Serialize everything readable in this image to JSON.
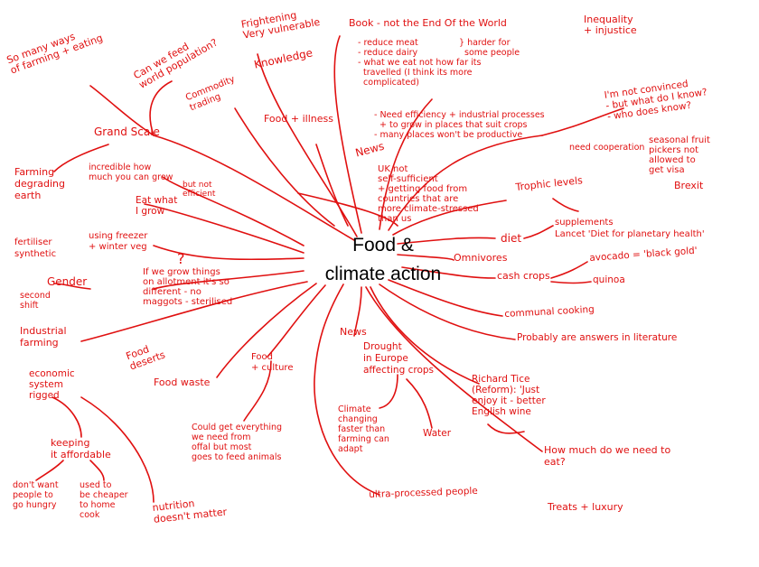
{
  "colors": {
    "ink": "#e01010",
    "center_text": "#000000",
    "background": "#ffffff"
  },
  "center": {
    "line1": "Food &",
    "line2": "climate action"
  },
  "notes": {
    "so_many_ways": "So many ways\nof farming + eating",
    "can_we_feed": "Can we feed\nworld population?",
    "frightening": "Frightening\nVery vulnerable",
    "book": "Book - not the End Of the World",
    "reduce_meat": "- reduce meat\n- reduce dairy\n- what we eat not how far its\n  travelled (I think its more\n  complicated)",
    "harder": "} harder for\n  some people",
    "inequality": "Inequality\n+ injustice",
    "knowledge": "Knowledge",
    "commodity": "Commodity\ntrading",
    "grand_scale": "Grand Scale",
    "food_illness": "Food + illness",
    "need_efficiency": "- Need efficiency + industrial processes\n  + to grow in places that suit crops\n- many places won't be productive",
    "not_convinced": "I'm not convinced\n- but what do I know?\n- who does know?",
    "seasonal_fruit": "seasonal fruit\npickers not\nallowed to\nget visa",
    "need_cooperation": "need cooperation",
    "brexit": "Brexit",
    "news_top": "News",
    "uk_not": "UK not\nself-sufficient\n+ getting food from\ncountries that are\nmore climate-stressed\nthan us",
    "farming_degrading": "Farming\ndegrading\nearth",
    "incredible": "incredible how\nmuch you can grow",
    "but_not_efficient": "but not\nefficient",
    "eat_what": "Eat what\nI grow",
    "using_freezer": "using freezer\n+ winter veg",
    "fertiliser": "fertiliser\nsynthetic",
    "trophic": "Trophic levels",
    "diet": "diet",
    "supplements": "supplements\nLancet 'Diet for planetary health'",
    "omnivores": "Omnivores",
    "if_we_grow": "If we grow things\non allotment it's so\ndifferent - no\nmaggots - sterilised",
    "question_mark": "?",
    "gender": "Gender",
    "second_shift": "second\nshift",
    "cash_crops": "cash crops",
    "avocado": "avocado = 'black gold'",
    "quinoa": "quinoa",
    "communal": "communal cooking",
    "answers": "Probably are answers in literature",
    "industrial": "Industrial\nfarming",
    "food_deserts": "Food\ndeserts",
    "economic": "economic\nsystem\nrigged",
    "food_waste": "Food waste",
    "food_culture": "Food\n+ culture",
    "news_bottom": "News",
    "drought": "Drought\nin Europe\naffecting crops",
    "richard": "Richard Tice\n(Reform): 'Just\nenjoy it - better\nEnglish wine",
    "climate_changing": "Climate\nchanging\nfaster than\nfarming can\nadapt",
    "water": "Water",
    "could_get": "Could get everything\nwe need from\noffal but most\ngoes to feed animals",
    "keeping": "keeping\nit affordable",
    "dont_want": "don't want\npeople to\ngo hungry",
    "used_to": "used to\nbe cheaper\nto home\ncook",
    "nutrition": "nutrition\ndoesn't matter",
    "how_much": "How much do we need to\neat?",
    "ultra": "ultra-processed people",
    "treats": "Treats + luxury"
  }
}
